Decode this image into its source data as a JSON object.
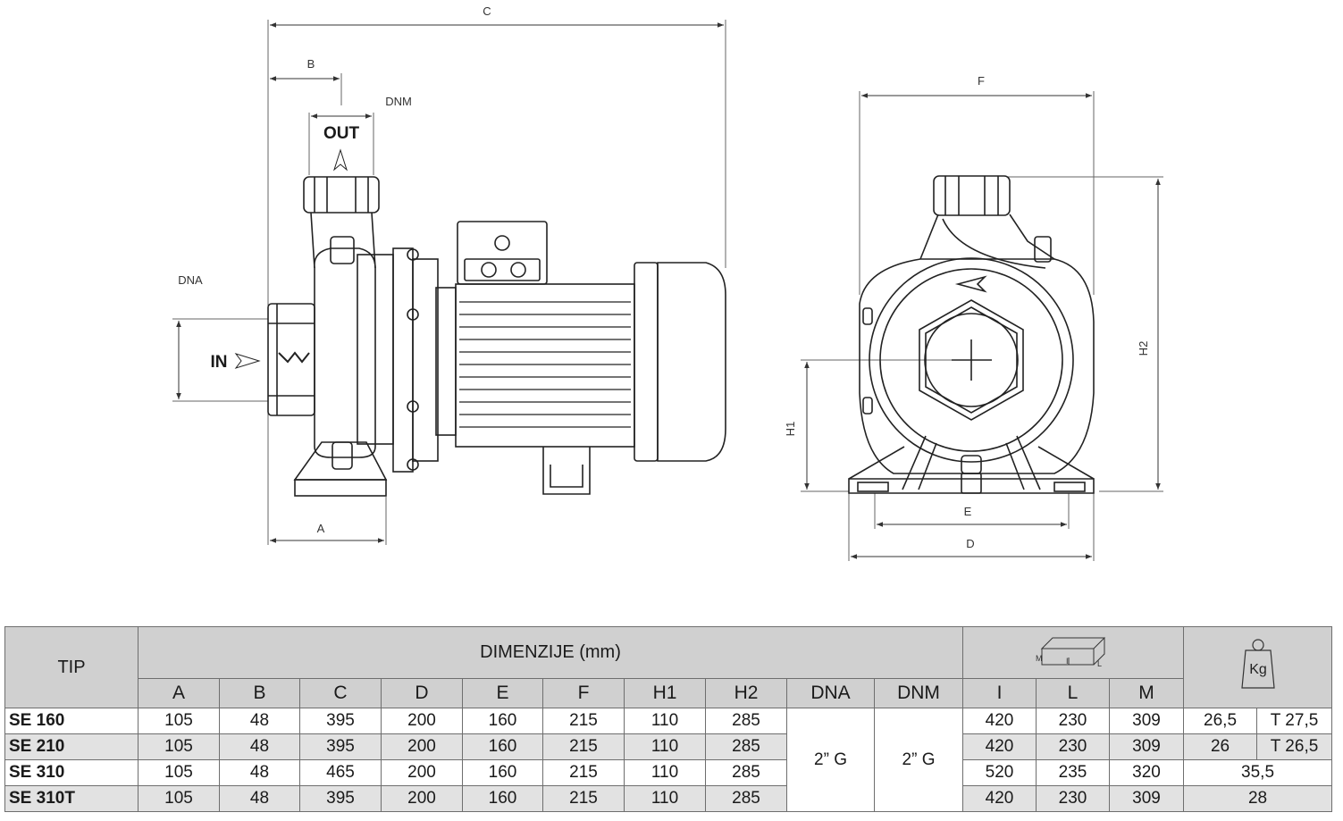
{
  "drawing": {
    "dim_labels": [
      "C",
      "B",
      "DNM",
      "DNA",
      "A",
      "F",
      "H2",
      "H1",
      "E",
      "D"
    ],
    "flow_labels": {
      "out": "OUT",
      "in": "IN"
    }
  },
  "table": {
    "tip_header": "TIP",
    "dimensions_header": "DIMENZIJE (mm)",
    "box_icon_letters": {
      "m": "M",
      "i": "I",
      "l": "L"
    },
    "weight_icon_label": "Kg",
    "columns": [
      "A",
      "B",
      "C",
      "D",
      "E",
      "F",
      "H1",
      "H2",
      "DNA",
      "DNM",
      "I",
      "L",
      "M"
    ],
    "dna_value": "2” G",
    "dnm_value": "2” G",
    "rows": [
      {
        "tip": "SE 160",
        "A": "105",
        "B": "48",
        "C": "395",
        "D": "200",
        "E": "160",
        "F": "215",
        "H1": "110",
        "H2": "285",
        "I": "420",
        "L": "230",
        "M": "309",
        "kg1": "26,5",
        "kg2": "T 27,5"
      },
      {
        "tip": "SE 210",
        "A": "105",
        "B": "48",
        "C": "395",
        "D": "200",
        "E": "160",
        "F": "215",
        "H1": "110",
        "H2": "285",
        "I": "420",
        "L": "230",
        "M": "309",
        "kg1": "26",
        "kg2": "T 26,5"
      },
      {
        "tip": "SE 310",
        "A": "105",
        "B": "48",
        "C": "465",
        "D": "200",
        "E": "160",
        "F": "215",
        "H1": "110",
        "H2": "285",
        "I": "520",
        "L": "235",
        "M": "320",
        "kg": "35,5"
      },
      {
        "tip": "SE 310T",
        "A": "105",
        "B": "48",
        "C": "395",
        "D": "200",
        "E": "160",
        "F": "215",
        "H1": "110",
        "H2": "285",
        "I": "420",
        "L": "230",
        "M": "309",
        "kg": "28"
      }
    ]
  }
}
